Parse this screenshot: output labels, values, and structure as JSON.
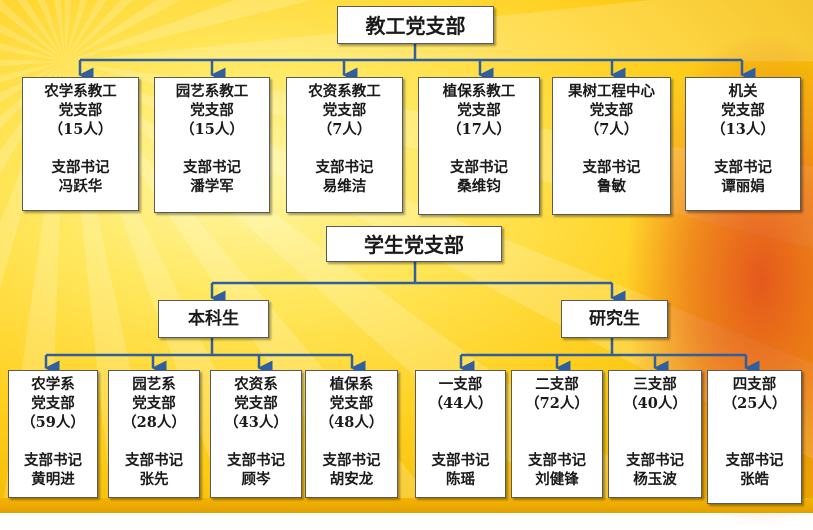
{
  "faculty": {
    "title": "教工党支部",
    "branches": [
      {
        "name_line1": "农学系教工",
        "name_line2": "党支部",
        "count": "（15人）",
        "role": "支部书记",
        "secretary": "冯跃华"
      },
      {
        "name_line1": "园艺系教工",
        "name_line2": "党支部",
        "count": "（15人）",
        "role": "支部书记",
        "secretary": "潘学军"
      },
      {
        "name_line1": "农资系教工",
        "name_line2": "党支部",
        "count": "（7人）",
        "role": "支部书记",
        "secretary": "易维洁"
      },
      {
        "name_line1": "植保系教工",
        "name_line2": "党支部",
        "count": "（17人）",
        "role": "支部书记",
        "secretary": "桑维钧"
      },
      {
        "name_line1": "果树工程中心",
        "name_line2": "党支部",
        "count": "（7人）",
        "role": "支部书记",
        "secretary": "鲁敏"
      },
      {
        "name_line1": "机关",
        "name_line2": "党支部",
        "count": "（13人）",
        "role": "支部书记",
        "secretary": "谭丽娟"
      }
    ]
  },
  "students": {
    "title": "学生党支部",
    "undergrad": {
      "title": "本科生",
      "branches": [
        {
          "name_line1": "农学系",
          "name_line2": "党支部",
          "count": "（59人）",
          "role": "支部书记",
          "secretary": "黄明进"
        },
        {
          "name_line1": "园艺系",
          "name_line2": "党支部",
          "count": "（28人）",
          "role": "支部书记",
          "secretary": "张先"
        },
        {
          "name_line1": "农资系",
          "name_line2": "党支部",
          "count": "（43人）",
          "role": "支部书记",
          "secretary": "顾岑"
        },
        {
          "name_line1": "植保系",
          "name_line2": "党支部",
          "count": "（48人）",
          "role": "支部书记",
          "secretary": "胡安龙"
        }
      ]
    },
    "graduate": {
      "title": "研究生",
      "branches": [
        {
          "name_line1": "一支部",
          "count": "（44人）",
          "role": "支部书记",
          "secretary": "陈瑶"
        },
        {
          "name_line1": "二支部",
          "count": "（72人）",
          "role": "支部书记",
          "secretary": "刘健锋"
        },
        {
          "name_line1": "三支部",
          "count": "（40人）",
          "role": "支部书记",
          "secretary": "杨玉波"
        },
        {
          "name_line1": "四支部",
          "count": "（25人）",
          "role": "支部书记",
          "secretary": "张皓"
        }
      ]
    }
  }
}
